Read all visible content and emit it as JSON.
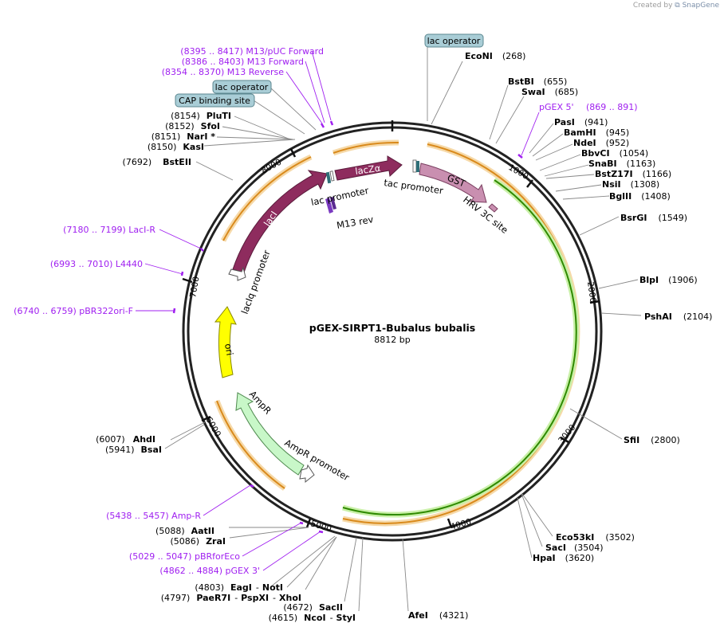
{
  "credit": {
    "prefix": "Created by",
    "brand": "SnapGene"
  },
  "plasmid": {
    "name": "pGEX-SIRPT1-Bubalus bubalis",
    "length_label": "8812 bp",
    "length": 8812
  },
  "colors": {
    "primer": "#a020f0",
    "lacZa": "#8e2c5e",
    "lacI": "#8e2c5e",
    "gst": "#c98fb0",
    "ori": "#ffff00",
    "ampR": "#c8f7c8",
    "orange_track": "#f0a040",
    "green_track": "#2f8a00",
    "tag_box": "#a9cdd6"
  },
  "ticks": [
    "1000",
    "2000",
    "3000",
    "4000",
    "5000",
    "6000",
    "7000",
    "8000"
  ],
  "tag_labels": {
    "lac_operator_top": "lac operator",
    "lac_operator_left": "lac operator",
    "cap_site": "CAP binding site"
  },
  "primers": {
    "m13puc": "(8395 .. 8417)  M13/pUC Forward",
    "m13fwd": "(8386 .. 8403)  M13 Forward",
    "m13rev": "(8354 .. 8370)  M13 Reverse",
    "pgex5": "pGEX 5'",
    "pgex5_pos": "(869 .. 891)",
    "laciR": "(7180 .. 7199)  LacI-R",
    "l4440": "(6993 .. 7010)  L4440",
    "pbr322": "(6740 .. 6759)  pBR322ori-F",
    "ampR": "(5438 .. 5457)  Amp-R",
    "pbrforeco": "(5029 .. 5047)  pBRforEco",
    "pgex3": "(4862 .. 4884)  pGEX 3'"
  },
  "sites": {
    "ecoNI": {
      "name": "EcoNI",
      "pos": "(268)"
    },
    "bstBI": {
      "name": "BstBI",
      "pos": "(655)"
    },
    "swaI": {
      "name": "SwaI",
      "pos": "(685)"
    },
    "pasI": {
      "name": "PasI",
      "pos": "(941)"
    },
    "bamHI": {
      "name": "BamHI",
      "pos": "(945)"
    },
    "ndeI": {
      "name": "NdeI",
      "pos": "(952)"
    },
    "bbvCI": {
      "name": "BbvCI",
      "pos": "(1054)"
    },
    "snaBI": {
      "name": "SnaBI",
      "pos": "(1163)"
    },
    "bstZ17I": {
      "name": "BstZ17I",
      "pos": "(1166)"
    },
    "nsiI": {
      "name": "NsiI",
      "pos": "(1308)"
    },
    "bglII": {
      "name": "BglII",
      "pos": "(1408)"
    },
    "bsrGI": {
      "name": "BsrGI",
      "pos": "(1549)"
    },
    "blpI": {
      "name": "BlpI",
      "pos": "(1906)"
    },
    "pshAI": {
      "name": "PshAI",
      "pos": "(2104)"
    },
    "sfiI": {
      "name": "SfiI",
      "pos": "(2800)"
    },
    "eco53kI": {
      "name": "Eco53kI",
      "pos": "(3502)"
    },
    "sacI": {
      "name": "SacI",
      "pos": "(3504)"
    },
    "hpaI": {
      "name": "HpaI",
      "pos": "(3620)"
    },
    "afeI": {
      "name": "AfeI",
      "pos": "(4321)"
    },
    "ncoI": {
      "name": "NcoI",
      "pos": "(4615)"
    },
    "styI": {
      "name": "StyI",
      "pos": ""
    },
    "sacII": {
      "name": "SacII",
      "pos": "(4672)"
    },
    "paeR7I": {
      "name": "PaeR7I",
      "pos": "(4797)"
    },
    "pspXI": {
      "name": "PspXI",
      "pos": ""
    },
    "xhoI": {
      "name": "XhoI",
      "pos": ""
    },
    "eagI": {
      "name": "EagI",
      "pos": "(4803)"
    },
    "notI": {
      "name": "NotI",
      "pos": ""
    },
    "zraI": {
      "name": "ZraI",
      "pos": "(5086)"
    },
    "aatII": {
      "name": "AatII",
      "pos": "(5088)"
    },
    "bsaI": {
      "name": "BsaI",
      "pos": "(5941)"
    },
    "ahdI": {
      "name": "AhdI",
      "pos": "(6007)"
    },
    "bstEII": {
      "name": "BstEII",
      "pos": "(7692)"
    },
    "kasI": {
      "name": "KasI",
      "pos": "(8150)"
    },
    "narI": {
      "name": "NarI *",
      "pos": "(8151)"
    },
    "sfoI": {
      "name": "SfoI",
      "pos": "(8152)"
    },
    "pluTI": {
      "name": "PluTI",
      "pos": "(8154)"
    }
  },
  "features": {
    "lacZa": "lacZα",
    "lacI": "lacI",
    "gst": "GST",
    "ori": "ori",
    "ampR": "AmpR",
    "lac_promoter": "lac promoter",
    "tac_promoter": "tac promoter",
    "hrv3c": "HRV 3C site",
    "m13rev_feature": "M13 rev",
    "laciq_promoter": "lacIq promoter",
    "ampR_promoter": "AmpR promoter"
  }
}
